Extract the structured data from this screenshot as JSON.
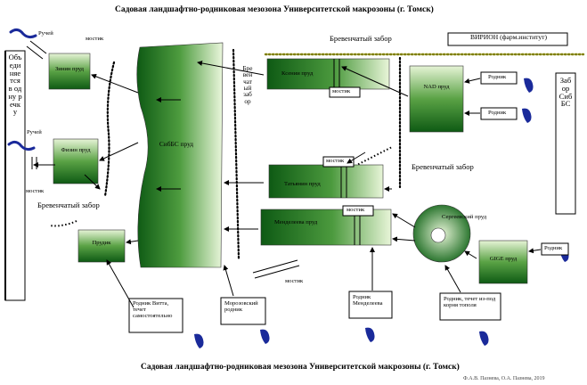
{
  "title_top": "Садовая ландшафтно-родниковая мезозона Университетской макрозоны (г. Томск)",
  "title_bottom": "Садовая ландшафтно-родниковая мезозона Университетской макрозоны (г. Томск)",
  "footer": "Ф.А.В. Пазнева, О.А. Пазнева, 2019",
  "left_stream_title": "Объединяется в одну речку",
  "right_fence_title": "Забор СибБС",
  "ponds": {
    "zinin": "Зинин пруд",
    "fizin": "Физин пруд",
    "prudik": "Прудик",
    "sibbs": "СибБС пруд",
    "kseniya": "Ксении пруд",
    "tatyana": "Татьянин пруд",
    "mendeleev": "Менделеева пруд",
    "nad": "NAD пруд",
    "sergeev": "Сергеевский пруд",
    "gige": "GIGE пруд"
  },
  "labels": {
    "rucheyk_top": "Ручей",
    "rucheyk_mid": "Ручей",
    "mostik_a": "мостик",
    "mostik_b": "мостик",
    "mostik_c": "мостик",
    "mostik_d": "мостик",
    "mostik_e": "мостик",
    "mostik_f": "мостик",
    "fence_top": "Бревенчатый забор",
    "fence_left": "Бревенчатый забор",
    "fence_right": "Бревенчатый забор",
    "fence_vertical": "Бревенчатый забор",
    "virion": "ВИРИОН (фарм.институт)",
    "rodnik_1": "Родник",
    "rodnik_2": "Родник",
    "rodnik_3": "Родник",
    "vitta": "Родник Витта, течет самостоятельно",
    "morozov": "Морозовский родник",
    "mend_spring": "Родник Менделеева",
    "poplar": "Родник, течет из-под корня тополя"
  }
}
